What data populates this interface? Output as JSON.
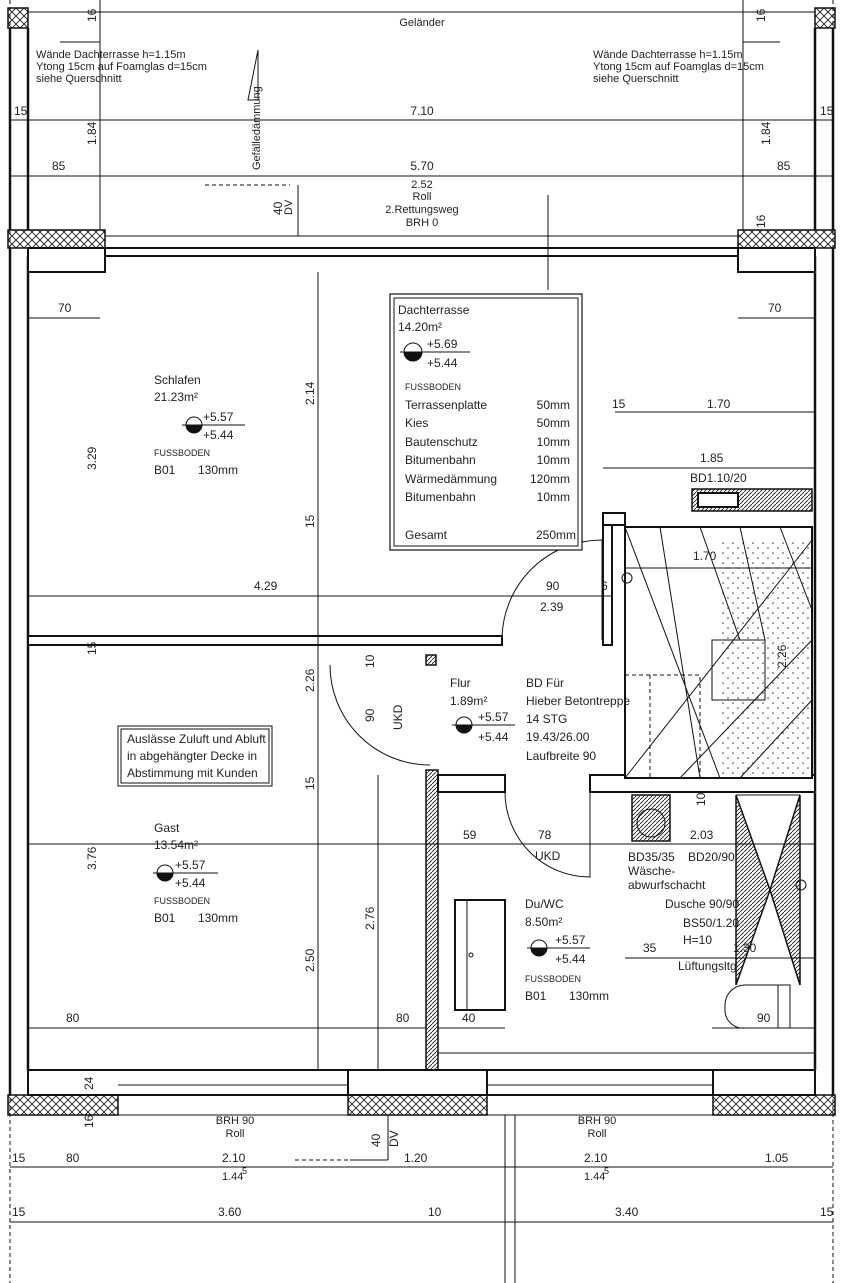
{
  "terrace": {
    "gelaender": "Geländer",
    "wall_note_left": [
      "Wände Dachterrasse h=1.15m",
      "Ytong 15cm auf Foamglas d=15cm",
      "siehe Querschnitt"
    ],
    "wall_note_right": [
      "Wände Dachterrasse h=1.15m",
      "Ytong 15cm auf Foamglas d=15cm",
      "siehe Querschnitt"
    ],
    "gefaelle": "Gefälledämmung",
    "window": [
      "2.52",
      "Roll",
      "2.Rettungsweg",
      "BRH 0"
    ],
    "dv": "DV"
  },
  "rooms": {
    "dachterrasse": {
      "name": "Dachterrasse",
      "area": "14.20m²",
      "level_top": "+5.69",
      "level_bottom": "+5.44",
      "floor_heading": "FUSSBODEN",
      "layers": [
        {
          "name": "Terrassenplatte",
          "value": "50mm"
        },
        {
          "name": "Kies",
          "value": "50mm"
        },
        {
          "name": "Bautenschutz",
          "value": "10mm"
        },
        {
          "name": "Bitumenbahn",
          "value": "10mm"
        },
        {
          "name": "Wärmedämmung",
          "value": "120mm"
        },
        {
          "name": "Bitumenbahn",
          "value": "10mm"
        }
      ],
      "total_label": "Gesamt",
      "total_value": "250mm"
    },
    "schlafen": {
      "name": "Schlafen",
      "area": "21.23m²",
      "level_top": "+5.57",
      "level_bottom": "+5.44",
      "floor_heading": "FUSSBODEN",
      "floor_code": "B01",
      "floor_value": "130mm"
    },
    "gast": {
      "name": "Gast",
      "area": "13.54m²",
      "level_top": "+5.57",
      "level_bottom": "+5.44",
      "floor_heading": "FUSSBODEN",
      "floor_code": "B01",
      "floor_value": "130mm"
    },
    "flur": {
      "name": "Flur",
      "area": "1.89m²",
      "level_top": "+5.57",
      "level_bottom": "+5.44"
    },
    "duwc": {
      "name": "Du/WC",
      "area": "8.50m²",
      "level_top": "+5.57",
      "level_bottom": "+5.44",
      "floor_heading": "FUSSBODEN",
      "floor_code": "B01",
      "floor_value": "130mm"
    }
  },
  "notes": {
    "stair": [
      "BD Für",
      "Hieber Betontreppe",
      "14 STG",
      "19.43/26.00",
      "Laufbreite 90"
    ],
    "ventilation": [
      "Auslässe Zuluft und Abluft",
      "in abgehängter Decke in",
      "Abstimmung mit Kunden"
    ],
    "bd_top": "BD1.10/20",
    "shaft": [
      "BD35/35",
      "Wäsche-",
      "abwurfschacht"
    ],
    "bd2090": "BD20/90",
    "dusche": "Dusche 90/90",
    "bs": "BS50/1.20",
    "h": "H=10",
    "lueftung": "Lüftungsltg.",
    "ukd": "UKD",
    "brh": "BRH 90",
    "roll": "Roll"
  },
  "dims": {
    "d16": "16",
    "d15": "15",
    "d710": "7.10",
    "d184": "1.84",
    "d85": "85",
    "d570": "5.70",
    "d40": "40",
    "d24": "24",
    "d70": "70",
    "d214": "2.14",
    "d329": "3.29",
    "d170": "1.70",
    "d185": "1.85",
    "d429": "4.29",
    "d90": "90",
    "d239": "2.39",
    "d6": "6",
    "d226": "2.26",
    "d10": "10",
    "d376": "3.76",
    "d59": "59",
    "d78": "78",
    "d203": "2.03",
    "d276": "2.76",
    "d250": "2.50",
    "d35": "35",
    "d130": "1.30",
    "d80": "80",
    "d210": "2.10",
    "d120": "1.20",
    "d105": "1.05",
    "d1445": "1.44",
    "d1445_sup": "5",
    "d360": "3.60",
    "d340": "3.40"
  }
}
